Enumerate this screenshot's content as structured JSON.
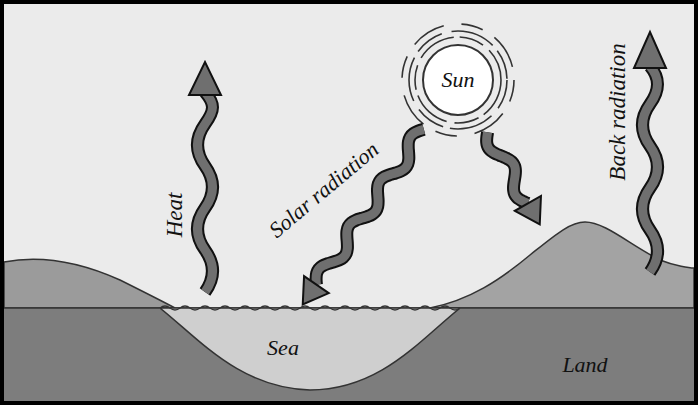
{
  "diagram": {
    "nodes": [
      {
        "text": [
          "Sun"
        ]
      },
      {
        "text": [
          "Sea"
        ]
      },
      {
        "text": [
          "Land"
        ]
      }
    ],
    "edges": [
      {
        "from": 0,
        "to": 1,
        "arrow": "to",
        "label": "Solar radiation"
      },
      {
        "from": 0,
        "to": 2,
        "arrow": "to"
      }
    ],
    "labels": [
      "Heat",
      "Back radiation"
    ]
  }
}
